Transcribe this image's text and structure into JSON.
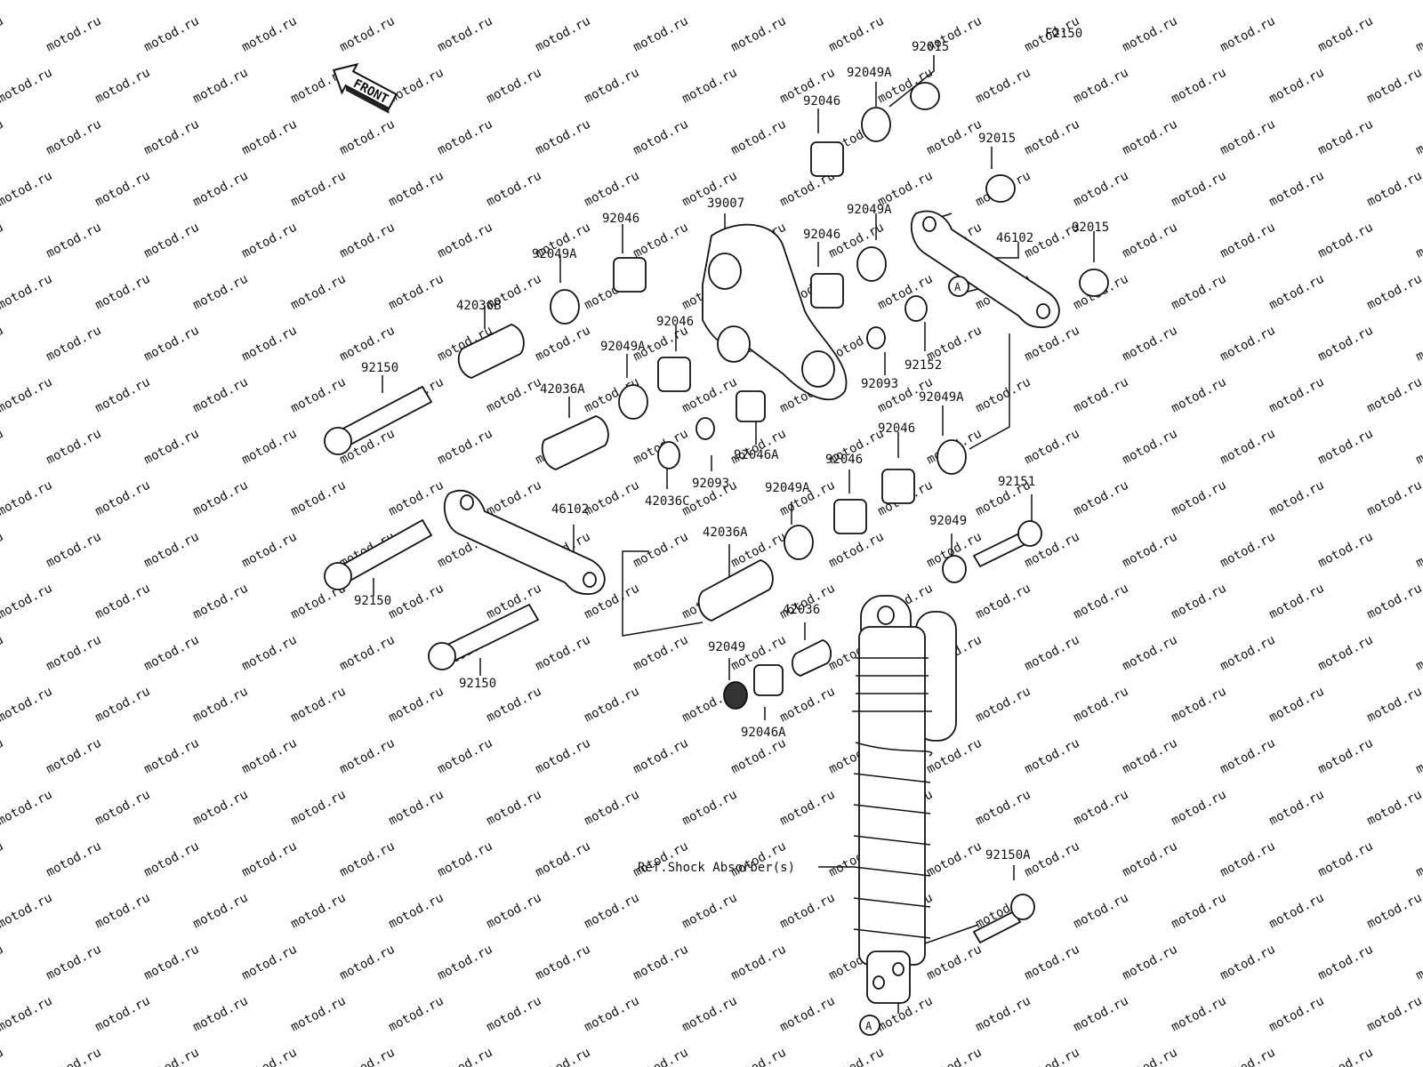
{
  "diagram": {
    "code": "F2150",
    "front_label": "FRONT",
    "ref_label": "Ref.Shock Absorber(s)",
    "marker": "A",
    "watermark": "motod.ru"
  },
  "labels": [
    "92015",
    "92049A",
    "92046",
    "92015",
    "39007",
    "92049A",
    "92046",
    "92015",
    "46102",
    "92046",
    "92049A",
    "42036B",
    "92046",
    "92152",
    "92150",
    "92049A",
    "42036A",
    "92093",
    "92049A",
    "92046",
    "92046A",
    "42036C",
    "92093",
    "92049A",
    "92046",
    "92151",
    "46102",
    "42036A",
    "92049",
    "92150",
    "42036",
    "92049",
    "92150",
    "92046A",
    "92150A"
  ]
}
